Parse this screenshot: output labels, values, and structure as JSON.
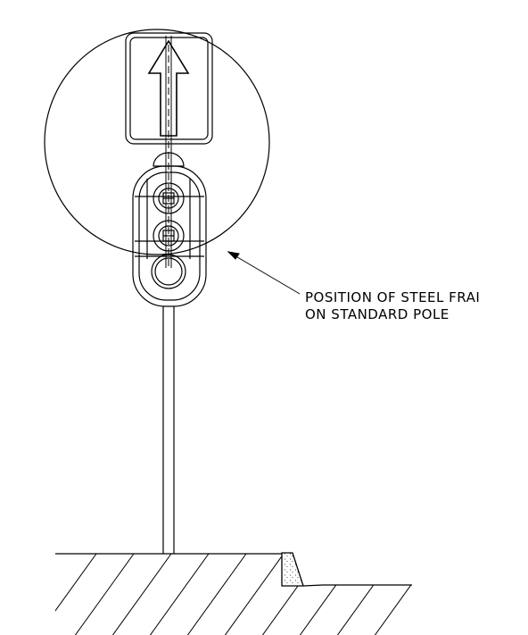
{
  "drawing": {
    "annotation": {
      "line1": "POSITION OF STEEL FRAI",
      "line2": "ON STANDARD POLE"
    },
    "components": {
      "sign": "arrow-sign",
      "signal_head": "traffic-signal-head",
      "lamps": [
        "pedestrian-lamp-top",
        "pedestrian-lamp-middle",
        "plain-lamp-bottom"
      ],
      "pole": "standard-pole",
      "ground": "hatched-ground",
      "kerb": "kerb-stone"
    }
  }
}
